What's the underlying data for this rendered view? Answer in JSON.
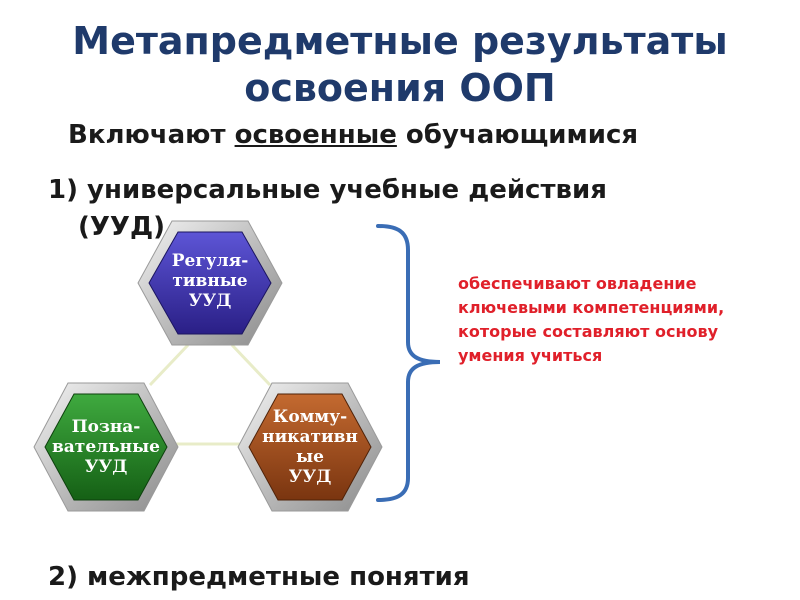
{
  "title": {
    "line1": "Метапредметные результаты",
    "line2": "освоения ООП"
  },
  "subtitle": {
    "prefix": "Включают ",
    "underlined": "освоенные",
    "suffix": " обучающимися"
  },
  "items": {
    "item1_line1": "1) универсальные учебные действия",
    "item1_line2": "(УУД)",
    "item2": "2) межпредметные понятия"
  },
  "hexagons": {
    "regulative": {
      "line1": "Регуля-",
      "line2": "тивные",
      "line3": "УУД",
      "color": "#3b2fa0"
    },
    "cognitive": {
      "line1": "Позна-",
      "line2": "вательные",
      "line3": "УУД",
      "color": "#1f7a1f"
    },
    "communicative": {
      "line1": "Комму-",
      "line2": "никативн",
      "line3": "ые",
      "line4": "УУД",
      "color": "#9a4a1c"
    }
  },
  "note": "обеспечивают овладение ключевыми компетенциями, которые составляют основу умения учиться",
  "colors": {
    "title": "#1f3a6b",
    "note": "#e0202a",
    "brace": "#3a6db5"
  }
}
